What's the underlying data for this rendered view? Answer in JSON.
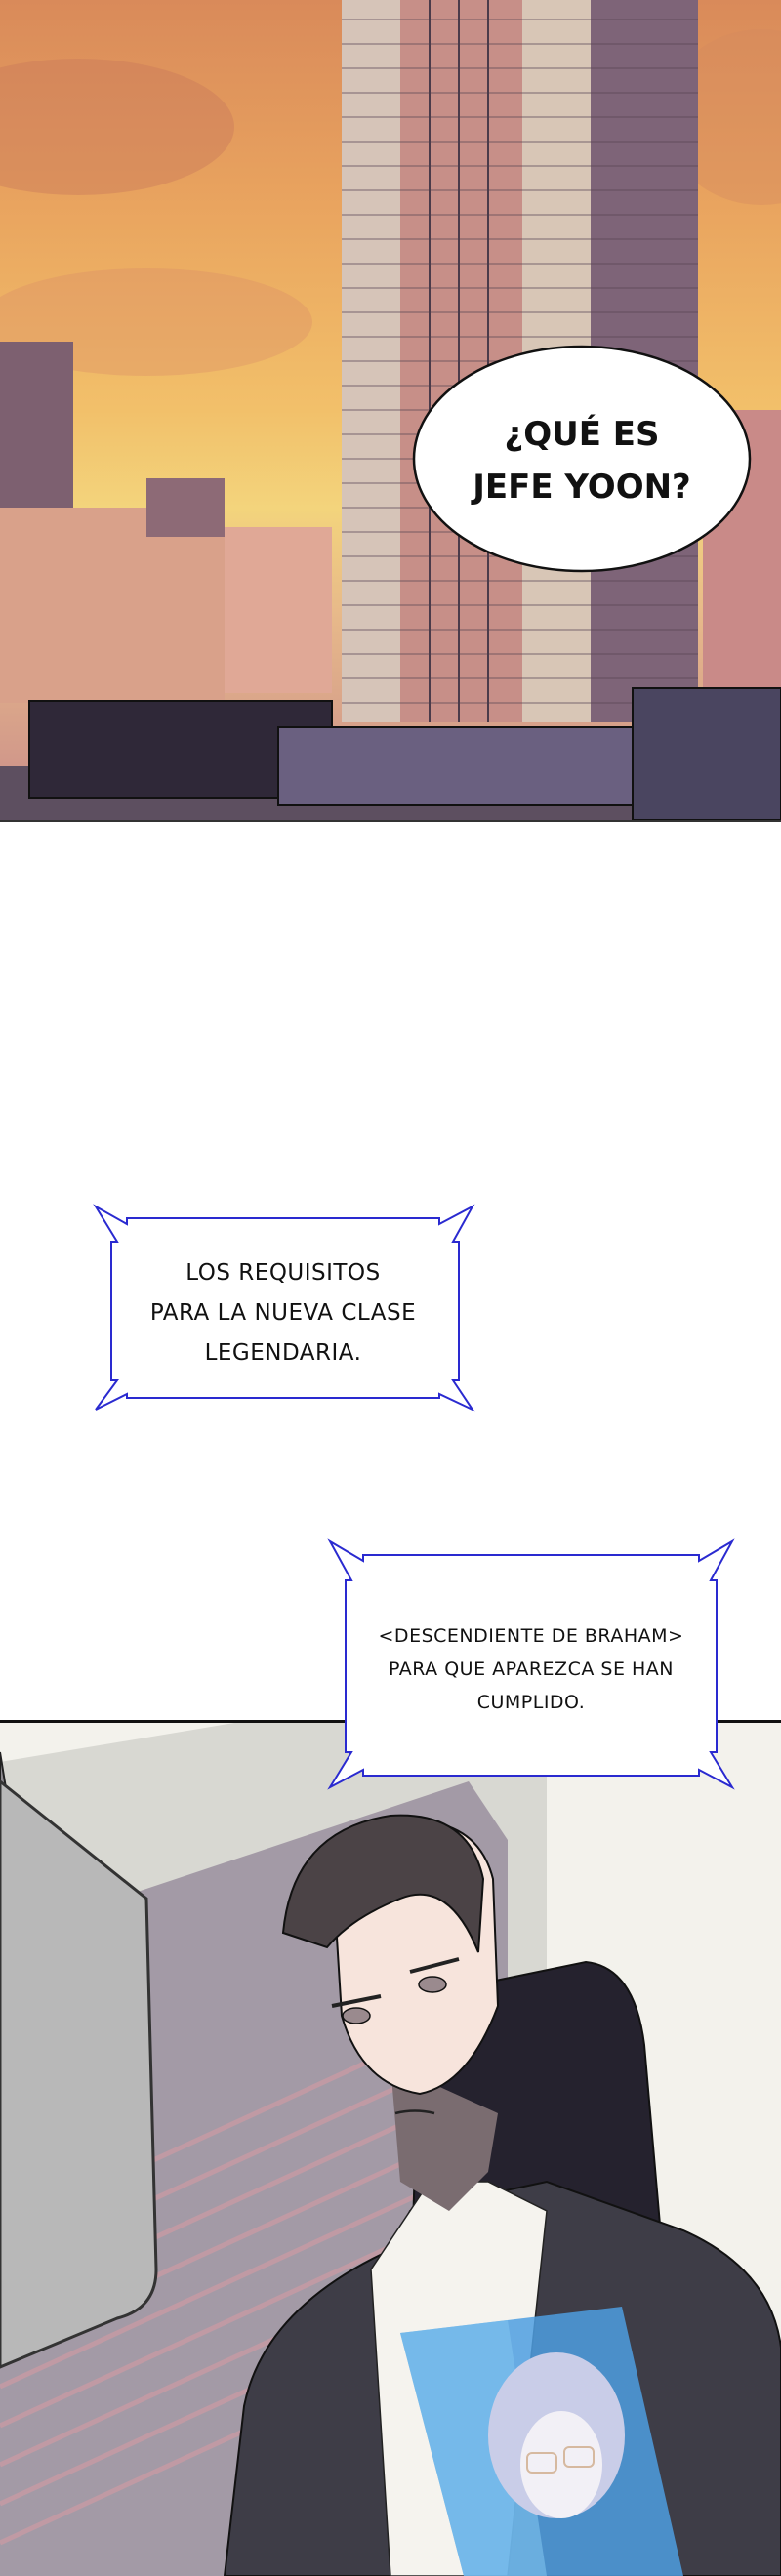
{
  "page": {
    "type": "webtoon-strip",
    "background": "#ffffff"
  },
  "panels": [
    {
      "id": "panel-1",
      "scene": "city skyscraper at sunset",
      "colors": {
        "sky_top": "#d98a5a",
        "sky_mid": "#f2c06a",
        "tower_light": "#cdb8b0",
        "tower_shadow": "#7e6478",
        "ground": "#5d4f60"
      },
      "speech_bubble": {
        "shape": "ellipse",
        "lines": [
          "¿QUÉ ES",
          "JEFE YOON?"
        ]
      }
    },
    {
      "id": "panel-2",
      "scene": "man in dark suit with holographic profile image",
      "colors": {
        "wall": "#f3f2ec",
        "suit": "#3e3d47",
        "shirt": "#f5f3ee",
        "hologram": "#4e9de0",
        "hair": "#4b4346"
      }
    }
  ],
  "captions": [
    {
      "id": "caption-1",
      "border_color": "#2a2ad0",
      "lines": [
        "LOS REQUISITOS",
        "PARA LA NUEVA CLASE",
        "LEGENDARIA."
      ]
    },
    {
      "id": "caption-2",
      "border_color": "#2a2ad0",
      "lines": [
        "<DESCENDIENTE DE BRAHAM>",
        "PARA QUE APAREZCA SE HAN",
        "CUMPLIDO."
      ]
    }
  ]
}
